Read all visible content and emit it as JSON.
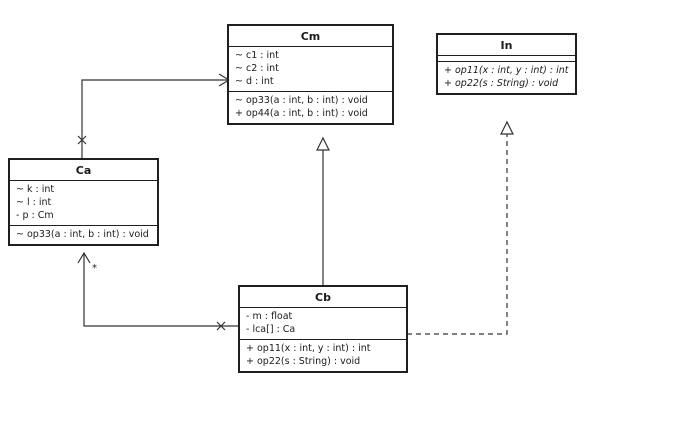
{
  "classes": {
    "cm": {
      "name": "Cm",
      "attributes": [
        "~ c1 : int",
        "~ c2 : int",
        "~ d : int"
      ],
      "operations": [
        "~ op33(a : int, b : int) : void",
        "+ op44(a : int, b : int) : void"
      ]
    },
    "in": {
      "name": "In",
      "attributes": [],
      "operations": [
        "+ op11(x : int, y : int) : int",
        "+ op22(s : String) : void"
      ]
    },
    "ca": {
      "name": "Ca",
      "attributes": [
        "~ k : int",
        "~ l : int",
        "- p : Cm"
      ],
      "operations": [
        "~ op33(a : int, b : int) : void"
      ]
    },
    "cb": {
      "name": "Cb",
      "attributes": [
        "- m : float",
        "- lca[] : Ca"
      ],
      "operations": [
        "+ op11(x : int, y : int) : int",
        "+ op22(s : String) : void"
      ]
    }
  },
  "relations": [
    {
      "type": "association",
      "from": "ca",
      "to": "cm",
      "navigable_to": "cm",
      "non_navigable_end": "ca"
    },
    {
      "type": "association",
      "from": "cb",
      "to": "ca",
      "navigable_to": "ca",
      "non_navigable_end": "cb",
      "multiplicity_at_ca": "*"
    },
    {
      "type": "generalization",
      "from": "cb",
      "to": "cm"
    },
    {
      "type": "realization",
      "from": "cb",
      "to": "in"
    }
  ]
}
